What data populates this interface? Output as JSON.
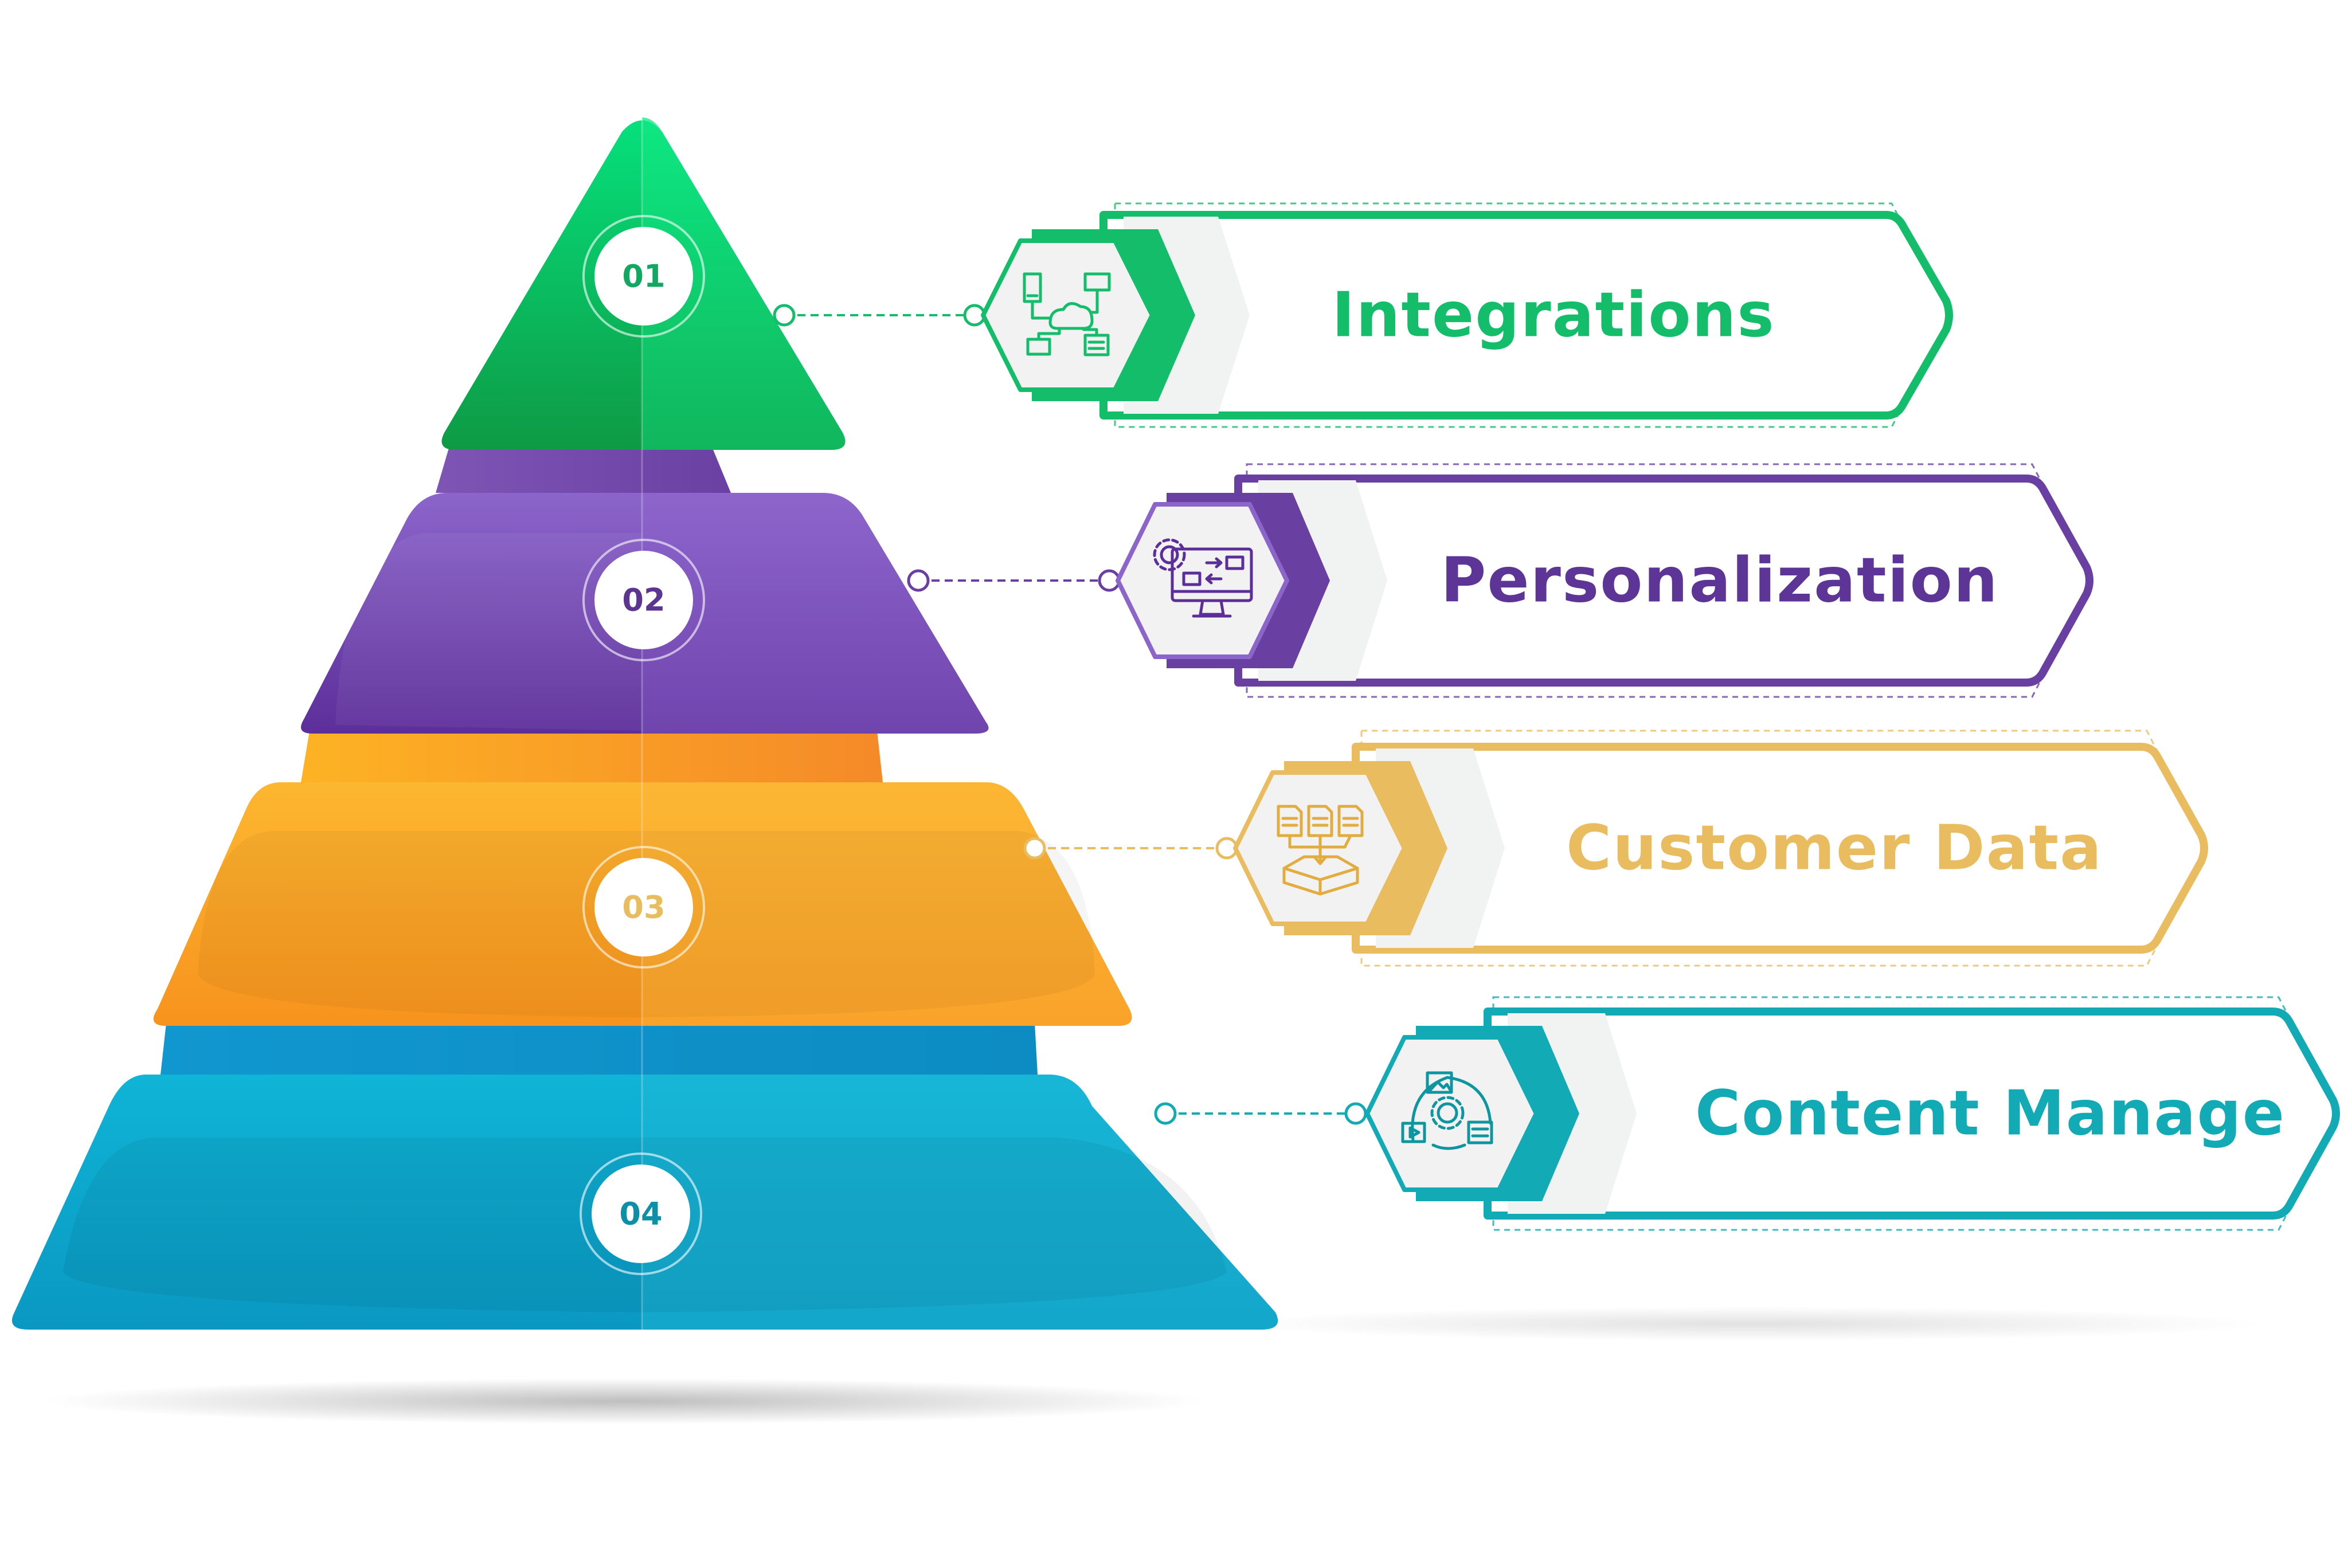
{
  "diagram": {
    "levels": [
      {
        "number": "01",
        "label": "Integrations",
        "icon": "network-integration-icon",
        "color": "#13BD6A",
        "color_light": "#06E07C",
        "color_dark": "#0E9A45"
      },
      {
        "number": "02",
        "label": "Personalization",
        "icon": "monitor-settings-icon",
        "color": "#6A3FA2",
        "color_light": "#8C65CB",
        "color_dark": "#5C2E99"
      },
      {
        "number": "03",
        "label": "Customer Data",
        "icon": "documents-database-icon",
        "color": "#E9BD5F",
        "color_light": "#FDB730",
        "color_dark": "#F7931E"
      },
      {
        "number": "04",
        "label": "Content Manage",
        "icon": "content-management-icon",
        "color": "#12AAB4",
        "color_light": "#0FB4D6",
        "color_dark": "#0A98C2"
      }
    ]
  }
}
